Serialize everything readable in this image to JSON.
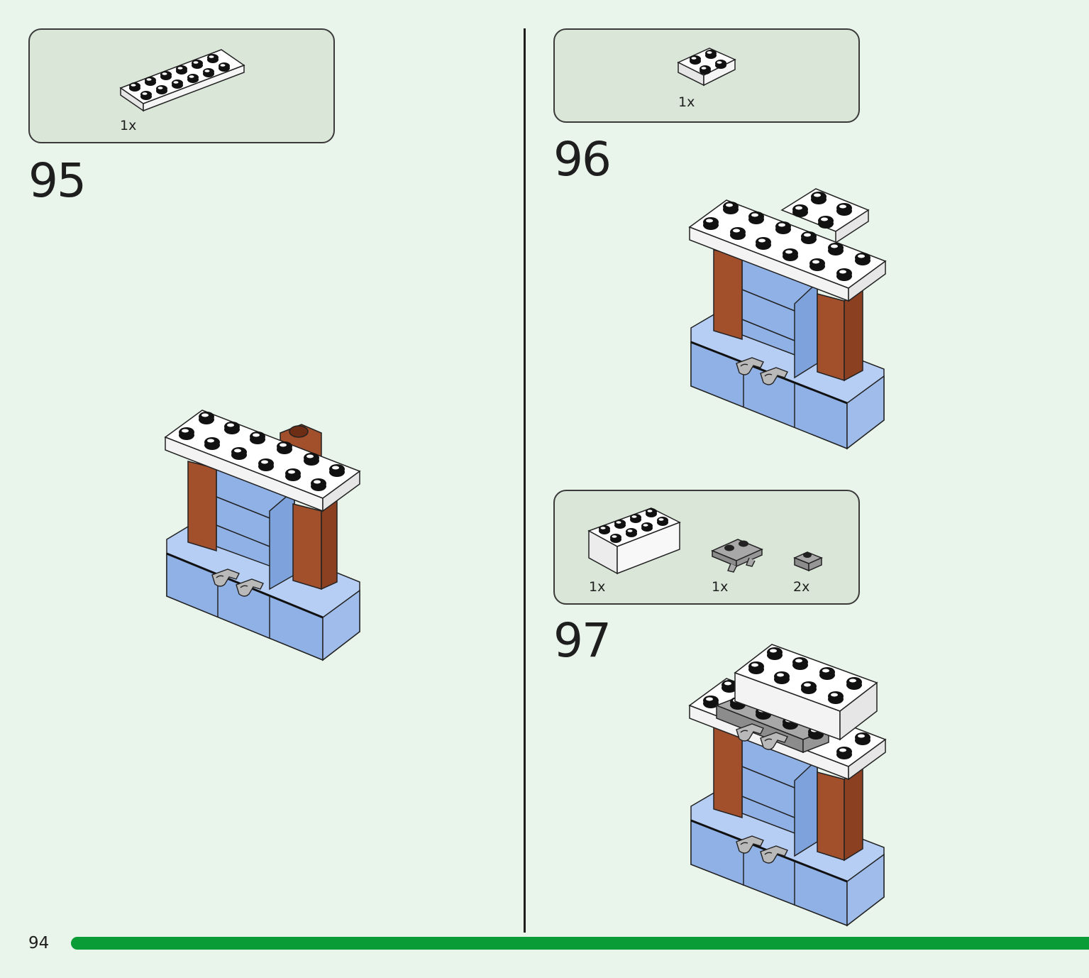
{
  "page": {
    "page_number": "94",
    "colors": {
      "background": "#e9f4ea",
      "parts_box": "#d9e6d8",
      "progress_bar": "#0a9c37",
      "brick_white": "#ffffff",
      "brick_blue": "#8fb1e6",
      "brick_brown": "#a24f2c",
      "brick_gray": "#a8a8a8"
    }
  },
  "steps": [
    {
      "number": "95",
      "parts": [
        {
          "part": "white 2x6 plate",
          "icon": "white-plate-2x6-icon",
          "qty": "1x"
        }
      ]
    },
    {
      "number": "96",
      "parts": [
        {
          "part": "white 2x2 plate",
          "icon": "white-plate-2x2-icon",
          "qty": "1x"
        }
      ]
    },
    {
      "number": "97",
      "parts": [
        {
          "part": "white 2x4 brick",
          "icon": "white-brick-2x4-icon",
          "qty": "1x"
        },
        {
          "part": "gray plate with clips",
          "icon": "gray-clip-plate-icon",
          "qty": "1x"
        },
        {
          "part": "gray 1x1 plate",
          "icon": "gray-plate-1x1-icon",
          "qty": "2x"
        }
      ]
    }
  ]
}
